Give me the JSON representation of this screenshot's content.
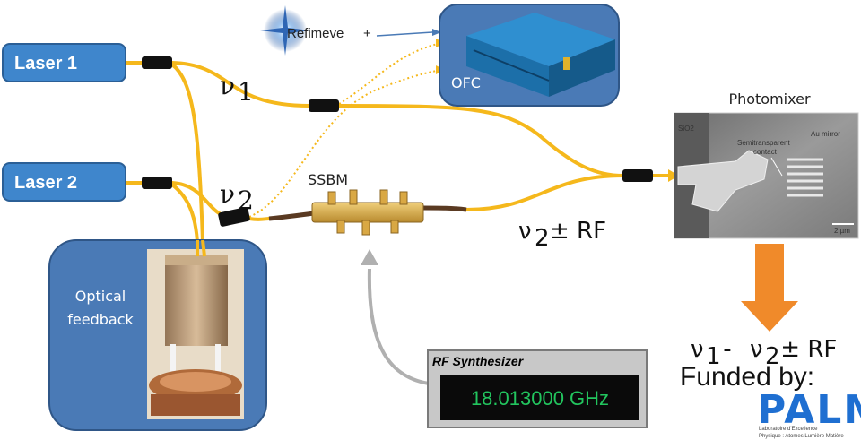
{
  "lasers": {
    "laser1": "Laser 1",
    "laser2": "Laser 2"
  },
  "feedback": {
    "label_line1": "Optical",
    "label_line2": "feedback"
  },
  "ofc": {
    "label": "OFC"
  },
  "refimeve": {
    "label": "Refimeve"
  },
  "ssbm": {
    "label": "SSBM"
  },
  "nu1": {
    "symbol": "ν",
    "sub": "1"
  },
  "nu2": {
    "symbol": "ν",
    "sub": "2"
  },
  "nu2_rf": {
    "symbol": "ν",
    "sub": "2",
    "suffix": "± RF"
  },
  "photomixer": {
    "title": "Photomixer",
    "sio2": "SiO2",
    "au_mirror": "Au mirror",
    "contact_line1": "Semitransparent",
    "contact_line2": "contact",
    "scale": "2 µm"
  },
  "result": {
    "nu": "ν",
    "sub1": "1",
    "minus": " - ",
    "sub2": "2",
    "suffix": " ± RF"
  },
  "funded": {
    "label": "Funded by:"
  },
  "palm": {
    "logo": "PALM",
    "line1": "Laboratoire d'Excellence",
    "line2": "Physique : Atomes Lumière Matière"
  },
  "synth": {
    "title": "RF Synthesizer",
    "frequency": "18.013000 GHz"
  },
  "colors": {
    "laser_box": "#3f86cc",
    "panel_blue": "#4a7ab6",
    "fiber": "#f5b81c",
    "arrow_orange": "#f08a2a",
    "display_bg": "#0a0a0a",
    "freq_green": "#22c55e"
  }
}
